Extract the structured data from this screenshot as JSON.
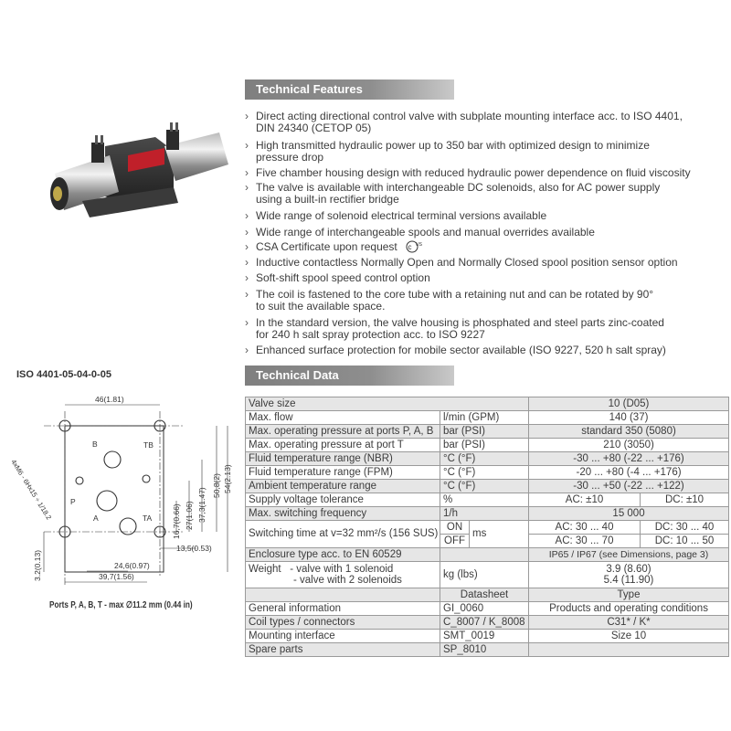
{
  "features": {
    "heading": "Technical Features",
    "bullet_char": "›",
    "items": [
      [
        "Direct acting directional control valve with subplate mounting interface acc. to ISO 4401,",
        "DIN 24340 (CETOP 05)"
      ],
      [
        "High transmitted hydraulic power up to 350 bar with optimized design to minimize",
        "pressure drop"
      ],
      [
        "Five chamber housing design with reduced hydraulic power dependence on fluid viscosity"
      ],
      [
        "The valve is available with interchangeable DC solenoids, also for AC power supply",
        "using a built-in rectifier bridge"
      ],
      [
        "Wide range of solenoid electrical terminal versions available"
      ],
      [
        "Wide range of interchangeable spools and manual overrides available"
      ],
      [
        "CSA Certificate upon request"
      ],
      [
        "Inductive contactless Normally Open and Normally Closed spool position sensor option"
      ],
      [
        "Soft-shift spool speed control option"
      ],
      [
        "The coil is fastened to the core tube with a retaining nut and can be rotated by 90°",
        "to suit the available space."
      ],
      [
        "In the standard version, the valve housing is phosphated and steel parts zinc-coated",
        "for 240 h salt spray protection acc. to ISO 9227"
      ],
      [
        "Enhanced surface protection for mobile sector available (ISO 9227, 520 h salt spray)"
      ]
    ]
  },
  "data": {
    "heading": "Technical Data",
    "valve_size": {
      "label": "Valve size",
      "value": "10 (D05)"
    },
    "max_flow": {
      "label": "Max. flow",
      "unit": "l/min (GPM)",
      "value": "140 (37)"
    },
    "pressure_pab": {
      "label": "Max. operating pressure at ports P, A, B",
      "unit": "bar (PSI)",
      "value": "standard 350 (5080)"
    },
    "pressure_t": {
      "label": "Max. operating pressure at port T",
      "unit": "bar (PSI)",
      "value": "210 (3050)"
    },
    "temp_nbr": {
      "label": "Fluid temperature range (NBR)",
      "unit": "°C (°F)",
      "value": "-30 ... +80 (-22 ... +176)"
    },
    "temp_fpm": {
      "label": "Fluid temperature range (FPM)",
      "unit": "°C (°F)",
      "value": "-20 ... +80 (-4 ... +176)"
    },
    "temp_amb": {
      "label": "Ambient temperature range",
      "unit": "°C (°F)",
      "value": "-30 ... +50 (-22 ... +122)"
    },
    "supply_tol": {
      "label": "Supply voltage tolerance",
      "unit": "%",
      "ac": "AC: ±10",
      "dc": "DC: ±10"
    },
    "switch_freq": {
      "label": "Max. switching frequency",
      "unit": "1/h",
      "value": "15 000"
    },
    "switch_time": {
      "label": "Switching time at v=32 mm²/s (156 SUS)",
      "on": "ON",
      "off": "OFF",
      "unit": "ms",
      "on_ac": "AC: 30 ... 40",
      "on_dc": "DC: 30 ... 40",
      "off_ac": "AC: 30 ... 70",
      "off_dc": "DC: 10 ... 50"
    },
    "enclosure": {
      "label": "Enclosure type acc. to EN 60529",
      "value": "IP65 / IP67 (see Dimensions, page 3)"
    },
    "weight": {
      "label": "Weight",
      "sol1": "- valve with 1 solenoid",
      "sol2": "- valve with 2 solenoids",
      "unit": "kg (lbs)",
      "value1": "3.9 (8.60)",
      "value2": "5.4 (11.90)"
    },
    "ref_head": {
      "datasheet": "Datasheet",
      "type": "Type"
    },
    "general": {
      "label": "General information",
      "datasheet": "GI_0060",
      "type": "Products and operating conditions"
    },
    "coil": {
      "label": "Coil types / connectors",
      "datasheet": "C_8007 / K_8008",
      "type": "C31* / K*"
    },
    "mounting": {
      "label": "Mounting interface",
      "datasheet": "SMT_0019",
      "type": "Size 10"
    },
    "spare": {
      "label": "Spare parts",
      "datasheet": "SP_8010"
    }
  },
  "drawing": {
    "title": "ISO 4401-05-04-0-05",
    "ports_note": "Ports P, A, B, T - max ∅11.2 mm (0.44 in)",
    "dims": {
      "d46": "46(1.81)",
      "d508": "50,8(2)",
      "d54": "54(2.13)",
      "d373": "37,3(1.47)",
      "d27": "27(1.06)",
      "d167": "16,7(0.66)",
      "d135": "13,5(0.53)",
      "d246": "24,6(0.97)",
      "d397": "39,7(1.56)",
      "d32": "3.2(0.13)",
      "thread": "4xM6 - 6Hx15 ÷ 1/18.2"
    },
    "ports": {
      "A": "A",
      "B": "B",
      "P": "P",
      "TA": "TA",
      "TB": "TB"
    }
  },
  "colors": {
    "header_bar": "#8a8a8a",
    "table_shaded": "#e6e6e6",
    "valve_red": "#c0202a"
  }
}
